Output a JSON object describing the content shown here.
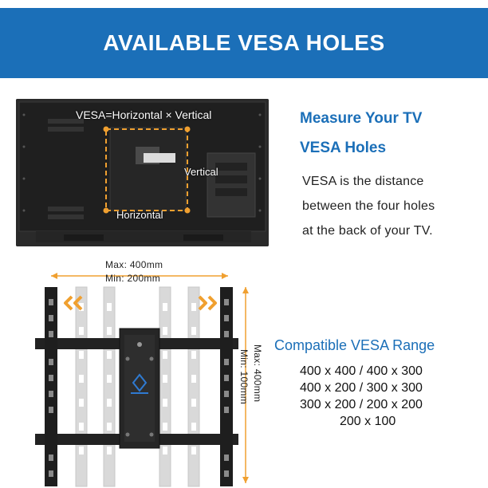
{
  "banner": {
    "title": "AVAILABLE VESA HOLES"
  },
  "tv": {
    "formula": "VESA=Horizontal × Vertical",
    "vertical_label": "Vertical",
    "horizontal_label": "Horizontal"
  },
  "measure": {
    "heading_line1": "Measure Your TV",
    "heading_line2": "VESA Holes",
    "desc": [
      "VESA is the distance",
      "between the four holes",
      "at the back of your TV."
    ]
  },
  "mount": {
    "width_max": "Max: 400mm",
    "width_min": "Min: 200mm",
    "height_max": "Max: 400mm",
    "height_min": "Min: 100mm"
  },
  "compatible": {
    "heading": "Compatible VESA Range",
    "rows": [
      "400 x 400 / 400 x 300",
      "400 x 200 / 300 x 300",
      "300 x 200 / 200 x 200",
      "200 x 100"
    ]
  },
  "colors": {
    "brand_blue": "#1b6fb8",
    "accent_orange": "#f0a030"
  }
}
